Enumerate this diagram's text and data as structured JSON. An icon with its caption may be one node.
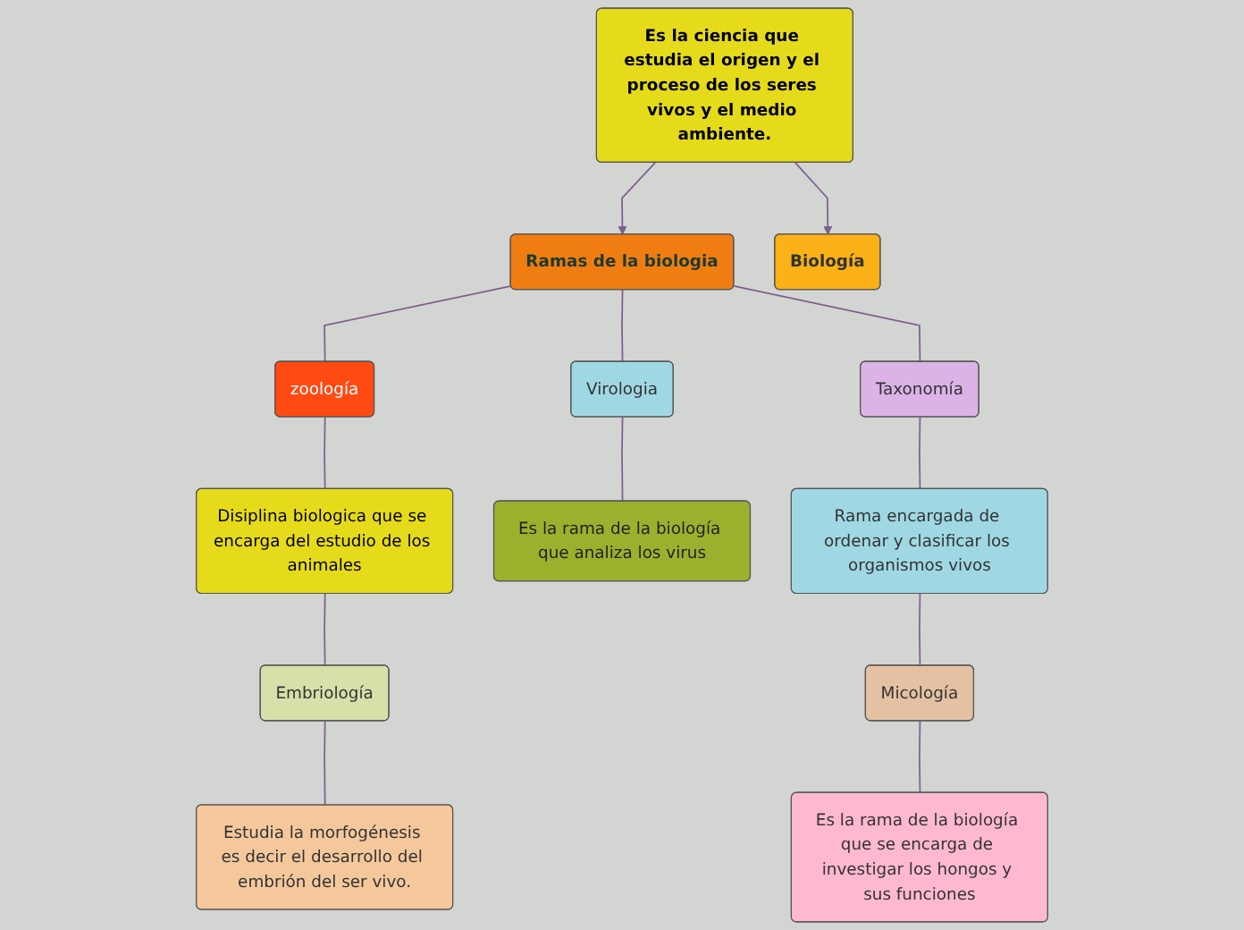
{
  "diagram": {
    "nodes": [
      {
        "text": [
          "Biología"
        ]
      },
      {
        "text": [
          "Es la ciencia que estudia el origen y el proceso de los seres vivos y el medio ambiente."
        ]
      },
      {
        "text": [
          "Ramas de la biologia"
        ]
      },
      {
        "text": [
          "zoología"
        ]
      },
      {
        "text": [
          "Disiplina biologica que se encarga del estudio de los animales"
        ]
      },
      {
        "text": [
          "Embriología"
        ]
      },
      {
        "text": [
          "Estudia la morfogénesis es decir el desarrollo del embrión del ser vivo."
        ]
      },
      {
        "text": [
          "Virologia"
        ]
      },
      {
        "text": [
          "Es la rama de la biología que analiza los virus"
        ]
      },
      {
        "text": [
          "Taxonomía"
        ]
      },
      {
        "text": [
          "Rama encargada de ordenar y clasificar los organismos vivos"
        ]
      },
      {
        "text": [
          "Micología"
        ]
      },
      {
        "text": [
          "Es la rama de la biología que se encarga de investigar los hongos y sus funciones"
        ]
      }
    ],
    "edges": [
      {
        "from": 1,
        "to": 0,
        "arrow": "to"
      },
      {
        "from": 1,
        "to": 2,
        "arrow": "to"
      },
      {
        "from": 2,
        "to": 3,
        "arrow": "none"
      },
      {
        "from": 3,
        "to": 4,
        "arrow": "none"
      },
      {
        "from": 4,
        "to": 5,
        "arrow": "none"
      },
      {
        "from": 5,
        "to": 6,
        "arrow": "none"
      },
      {
        "from": 2,
        "to": 7,
        "arrow": "none"
      },
      {
        "from": 7,
        "to": 8,
        "arrow": "none"
      },
      {
        "from": 2,
        "to": 9,
        "arrow": "none"
      },
      {
        "from": 9,
        "to": 10,
        "arrow": "none"
      },
      {
        "from": 10,
        "to": 11,
        "arrow": "none"
      },
      {
        "from": 11,
        "to": 12,
        "arrow": "none"
      }
    ]
  }
}
